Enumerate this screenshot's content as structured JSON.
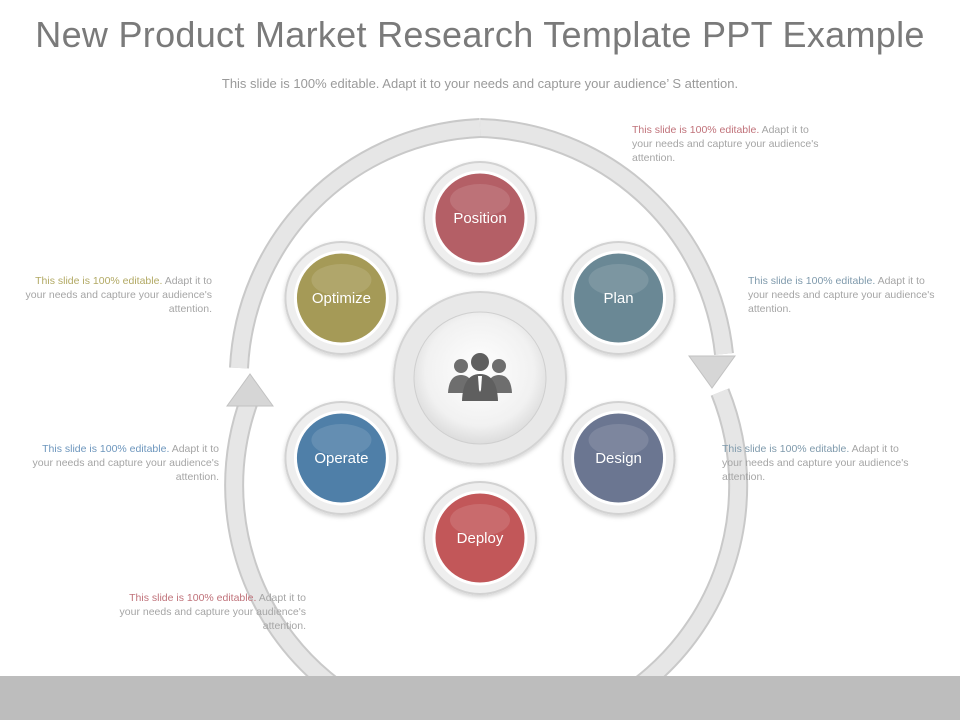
{
  "header": {
    "title": "New Product Market Research Template PPT Example",
    "subtitle": "This slide is 100% editable. Adapt it to your needs and capture your audience’ S attention."
  },
  "center": {
    "icon": "people-group-icon"
  },
  "stages": [
    {
      "key": "position",
      "label": "Position",
      "color": "#b45f66"
    },
    {
      "key": "plan",
      "label": "Plan",
      "color": "#6a8895"
    },
    {
      "key": "design",
      "label": "Design",
      "color": "#6b7691"
    },
    {
      "key": "deploy",
      "label": "Deploy",
      "color": "#c25759"
    },
    {
      "key": "operate",
      "label": "Operate",
      "color": "#4f7fa8"
    },
    {
      "key": "optimize",
      "label": "Optimize",
      "color": "#a59a57"
    }
  ],
  "notes": {
    "position": {
      "lead": "This slide is 100% editable.",
      "rest": "Adapt it to your needs and capture your audience's attention.",
      "color": "#c0727a"
    },
    "plan": {
      "lead": "This slide is 100% editable.",
      "rest": "Adapt it to your needs and capture your audience's attention.",
      "color": "#7f9aac"
    },
    "design": {
      "lead": "This slide is 100% editable.",
      "rest": "Adapt it to your needs and capture your audience's attention.",
      "color": "#7f9aac"
    },
    "deploy": {
      "lead": "This slide is 100% editable.",
      "rest": "Adapt it to your needs and capture your audience's attention.",
      "color": "#c0727a"
    },
    "operate": {
      "lead": "This slide is 100% editable.",
      "rest": "Adapt it to your needs and capture your audience's attention.",
      "color": "#6d96bd"
    },
    "optimize": {
      "lead": "This slide is 100% editable.",
      "rest": "Adapt it to your needs and capture your audience's attention.",
      "color": "#b2a964"
    }
  },
  "colors": {
    "ring": "#e3e3e3",
    "ring_edge": "#c9c9c9",
    "label_text": "#ffffff",
    "footer": "#bdbdbd"
  }
}
